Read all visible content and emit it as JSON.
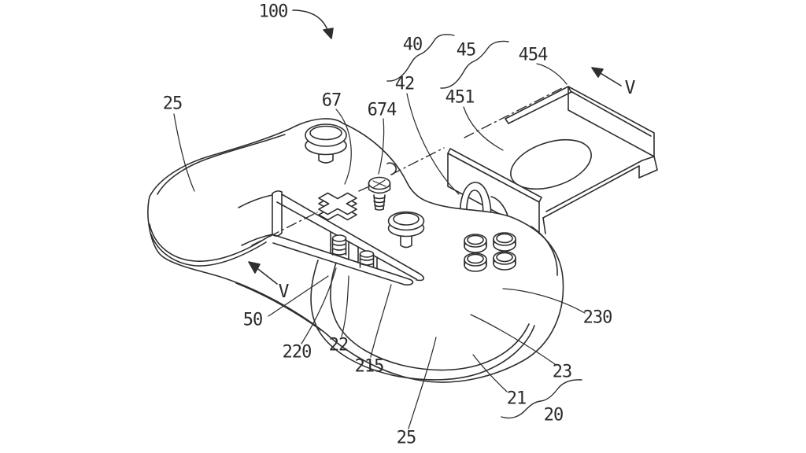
{
  "figure": {
    "background_color": "#ffffff",
    "line_color": "#2e2e2e",
    "text_color": "#2b2b2b"
  },
  "labels": [
    {
      "id": "100",
      "text": "100"
    },
    {
      "id": "25-top",
      "text": "25"
    },
    {
      "id": "67",
      "text": "67"
    },
    {
      "id": "674",
      "text": "674"
    },
    {
      "id": "40",
      "text": "40"
    },
    {
      "id": "45",
      "text": "45"
    },
    {
      "id": "454",
      "text": "454"
    },
    {
      "id": "42",
      "text": "42"
    },
    {
      "id": "451",
      "text": "451"
    },
    {
      "id": "v-right",
      "text": "V"
    },
    {
      "id": "v-left",
      "text": "V"
    },
    {
      "id": "50",
      "text": "50"
    },
    {
      "id": "220",
      "text": "220"
    },
    {
      "id": "22",
      "text": "22"
    },
    {
      "id": "215",
      "text": "215"
    },
    {
      "id": "230",
      "text": "230"
    },
    {
      "id": "23",
      "text": "23"
    },
    {
      "id": "21",
      "text": "21"
    },
    {
      "id": "20",
      "text": "20"
    },
    {
      "id": "25-bottom",
      "text": "25"
    }
  ]
}
